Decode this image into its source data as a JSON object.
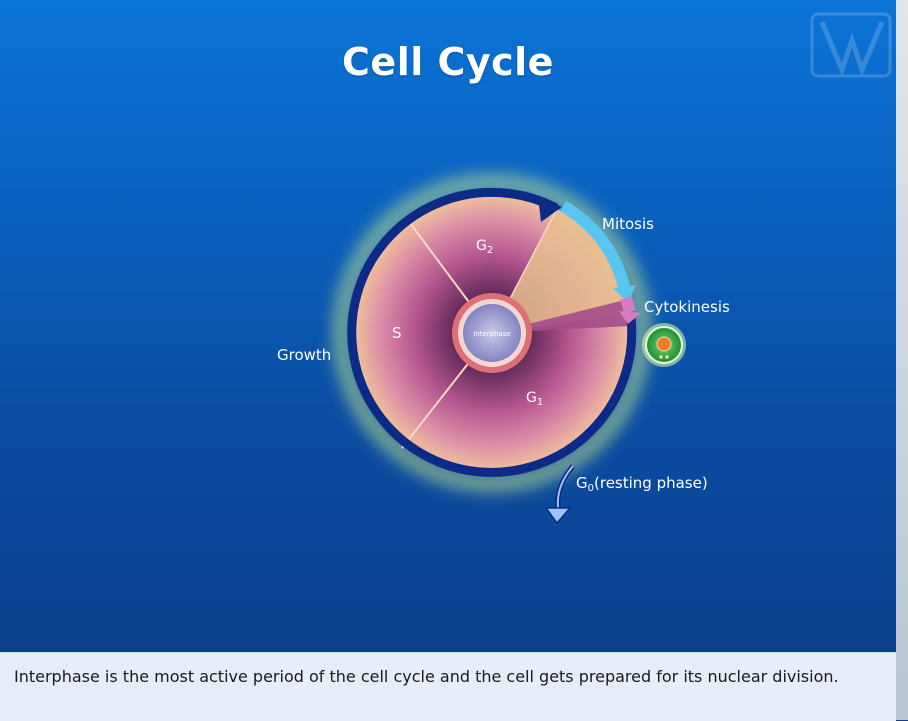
{
  "slide": {
    "title": "Cell Cycle"
  },
  "diagram": {
    "center_label": "Interphase",
    "phases": {
      "g1": "G",
      "g1_sub": "1",
      "s": "S",
      "g2": "G",
      "g2_sub": "2"
    },
    "labels": {
      "growth": "Growth",
      "mitosis": "Mitosis",
      "cytokinesis": "Cytokinesis",
      "g0_main": "G",
      "g0_sub": "0",
      "g0_rest": "(resting phase)"
    }
  },
  "caption": {
    "text": "Interphase is the most active period of the cell cycle and the cell gets prepared for its nuclear division."
  },
  "colors": {
    "ring": "#0d2a86",
    "glow": "#d6f58a",
    "mitosis_arrow": "#58c6f2",
    "cytokinesis_arrow": "#d67dc2",
    "daughter_cell": "#37b44a"
  }
}
